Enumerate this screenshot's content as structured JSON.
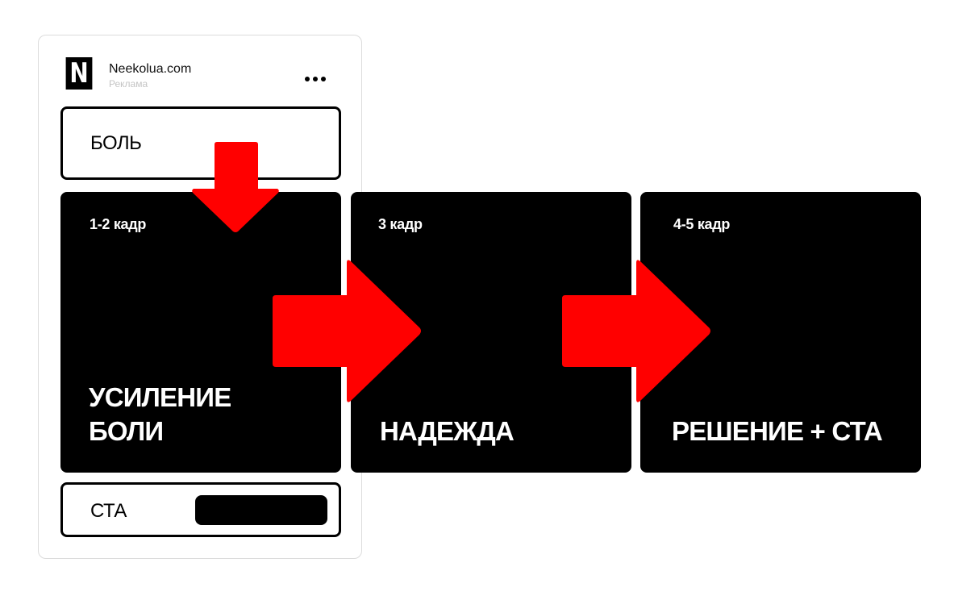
{
  "header": {
    "brand_name": "Neekolua.com",
    "brand_sub": "Реклама",
    "logo_letter": "N"
  },
  "pain": {
    "label": "БОЛЬ"
  },
  "cta": {
    "label": "СТА"
  },
  "frames": [
    {
      "label": "1-2 кадр",
      "title_line1": "УСИЛЕНИЕ",
      "title_line2": "БОЛИ"
    },
    {
      "label": "3 кадр",
      "title": "НАДЕЖДА"
    },
    {
      "label": "4-5 кадр",
      "title": "РЕШЕНИЕ + СТА"
    }
  ],
  "colors": {
    "arrow": "#ff0000",
    "frame": "#000000"
  }
}
